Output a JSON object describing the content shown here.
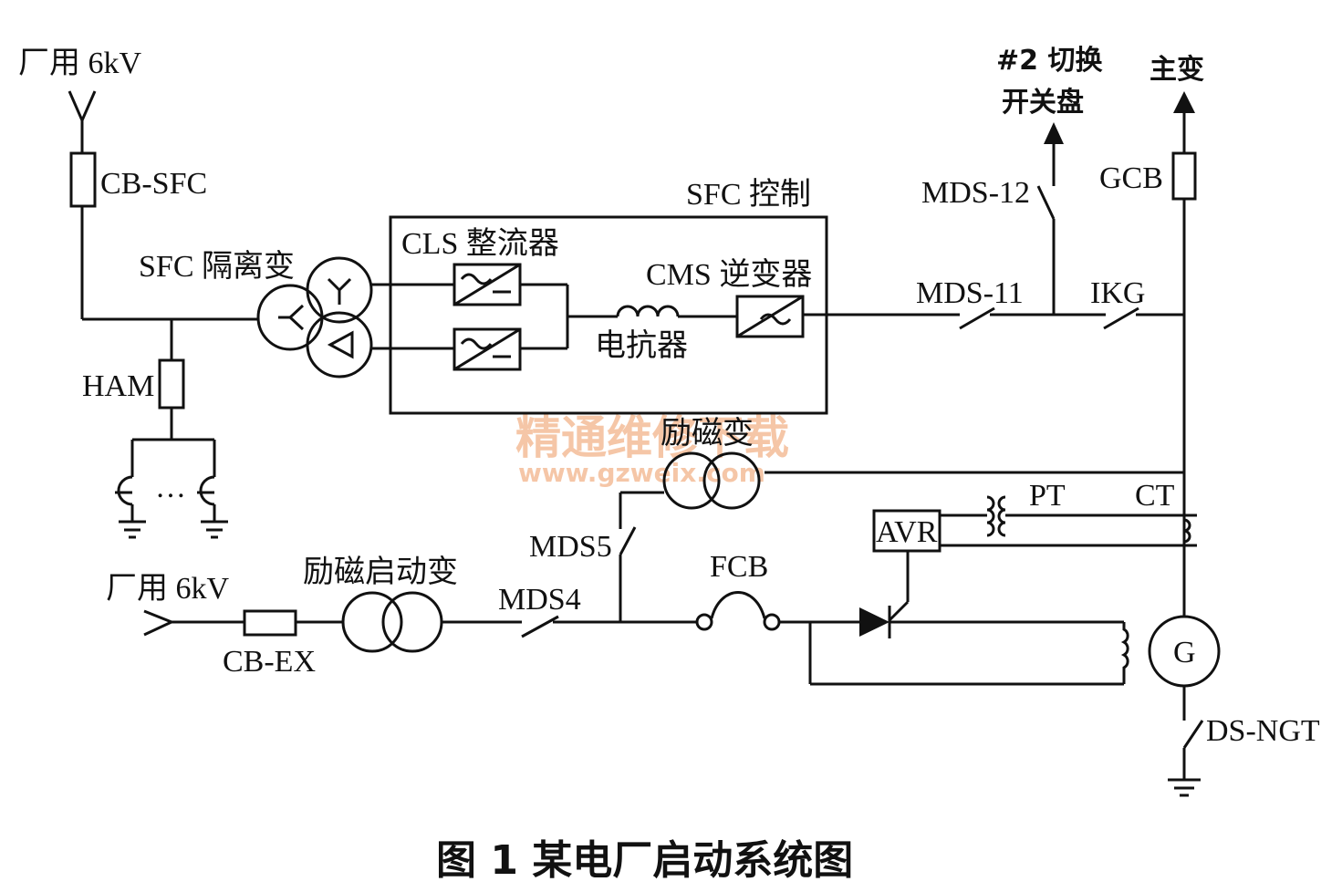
{
  "labels": {
    "aux_6kv_top": "厂用 6kV",
    "cb_sfc": "CB-SFC",
    "sfc_iso_tx": "SFC 隔离变",
    "ham": "HAM",
    "sfc_control": "SFC 控制",
    "cls_rectifier": "CLS 整流器",
    "cms_inverter": "CMS 逆变器",
    "reactor": "电抗器",
    "mds12": "MDS-12",
    "mds11": "MDS-11",
    "switch_panel_line1": "#2 切换",
    "switch_panel_line2": "开关盘",
    "main_tx": "主变",
    "gcb": "GCB",
    "ikg": "IKG",
    "exc_tx": "励磁变",
    "pt": "PT",
    "ct": "CT",
    "avr": "AVR",
    "mds5": "MDS5",
    "aux_6kv_bottom": "厂用 6kV",
    "exc_start_tx": "励磁启动变",
    "mds4": "MDS4",
    "fcb": "FCB",
    "cb_ex": "CB-EX",
    "generator": "G",
    "ds_ngt": "DS-NGT",
    "ellipsis": "…"
  },
  "watermark": {
    "line1": "精通维修下载",
    "line2": "www.gzweix.com"
  },
  "caption": "图 1    某电厂启动系统图",
  "colors": {
    "line": "#111111",
    "watermark": "#f2b48a"
  }
}
